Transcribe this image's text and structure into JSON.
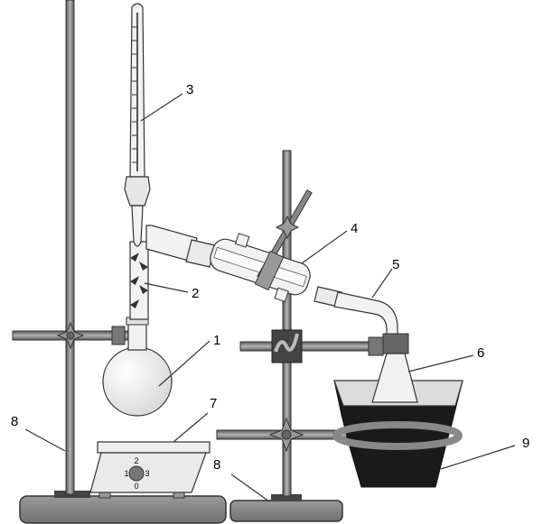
{
  "callouts": {
    "c1": "1",
    "c2": "2",
    "c3": "3",
    "c4": "4",
    "c5": "5",
    "c6": "6",
    "c7": "7",
    "c8a": "8",
    "c8b": "8",
    "c9": "9"
  },
  "hotplate_dial": {
    "top": "2",
    "left": "1",
    "right": "3",
    "bottom": "0"
  },
  "colors": {
    "metal": "#8a8a8a",
    "base": "#8f8f8f",
    "glass": "#f2f2f2",
    "ice_bath": "#1a1a1a"
  }
}
